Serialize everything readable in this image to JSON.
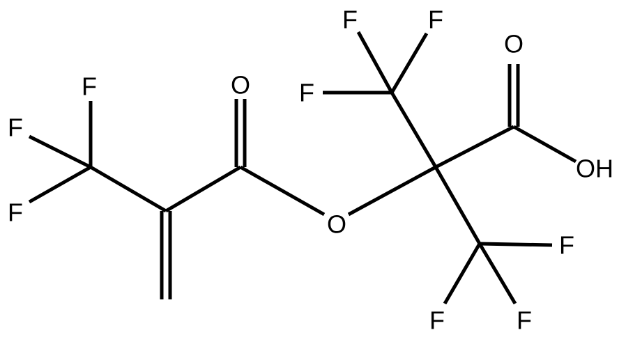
{
  "molecule": {
    "atoms": {
      "f1": "F",
      "f2": "F",
      "f3": "F",
      "o_carbonyl_ester": "O",
      "o_ester": "O",
      "f4": "F",
      "f5": "F",
      "f6": "F",
      "o_carbonyl_acid": "O",
      "oh": "OH",
      "f7": "F",
      "f8": "F",
      "f9": "F"
    }
  }
}
